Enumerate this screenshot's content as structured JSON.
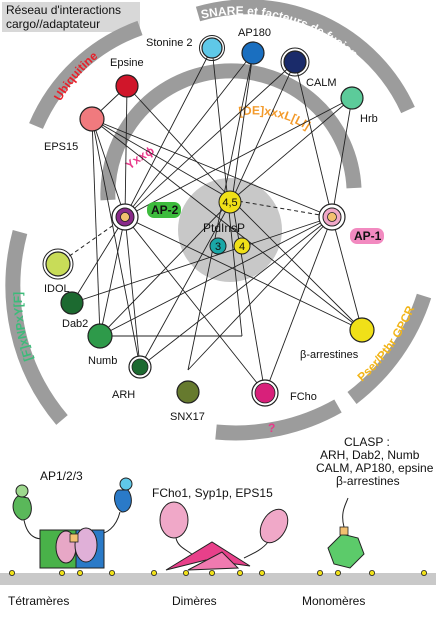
{
  "title": {
    "line1": "Réseau d'interactions",
    "line2": "cargo//adaptateur"
  },
  "arcs": {
    "ubiquitine": {
      "label": "Ubiquitine",
      "color": "#e8202a"
    },
    "snare": {
      "label": "SNARE et facteurs de fusion",
      "color": "#3ab0d8"
    },
    "dexxxl": {
      "label": "[DE]xxxL[LI]",
      "color": "#f39a2a"
    },
    "yxxphi": {
      "label": "Yxxϕ",
      "color": "#e83a8a"
    },
    "fxnpxy": {
      "label": "[F]xNPxY[F]",
      "color": "#3dbb7a"
    },
    "gpcr": {
      "label": "Pser/Pthr GPCR",
      "color": "#f2b51a"
    },
    "tilde": {
      "label": "?",
      "color": "#e83a8a"
    }
  },
  "nodes": {
    "stonine2": "Stonine 2",
    "ap180": "AP180",
    "epsine": "Epsine",
    "calm": "CALM",
    "hrb": "Hrb",
    "eps15": "EPS15",
    "ap2": "AP-2",
    "ap1": "AP-1",
    "idol": "IDOL",
    "dab2": "Dab2",
    "numb": "Numb",
    "arh": "ARH",
    "snx17": "SNX17",
    "fcho": "FCho",
    "barrestines": "β-arrestines",
    "ptdinsp": "PtdInsP",
    "site45": "4,5",
    "site3": "3",
    "site4": "4"
  },
  "bottom": {
    "ap123": "AP1/2/3",
    "fcho_syp_eps": "FCho1, Syp1p, EPS15",
    "clasp": [
      "CLASP :",
      "ARH, Dab2, Numb",
      "CALM, AP180, epsine",
      "β-arrestines"
    ],
    "tetrameres": "Tétramères",
    "dimeres": "Dimères",
    "monomeres": "Monomères"
  },
  "colors": {
    "gray_arc": "#9c9c9c",
    "central_disk": "#c8c8c8",
    "membrane": "#c9c9c9",
    "node_red": "#d0162a",
    "node_pink": "#f07a7e",
    "node_cyan": "#5fc8e8",
    "node_blue": "#1a6fc0",
    "node_navy": "#1a2b6a",
    "node_mint": "#5ccb9a",
    "node_green": "#2e9a4a",
    "node_darkgreen": "#1c6a30",
    "node_lime": "#c8dc58",
    "node_olive": "#667a2e",
    "node_magenta": "#d8207a",
    "node_yellow": "#f0e018",
    "node_teal": "#1aa7a7"
  }
}
